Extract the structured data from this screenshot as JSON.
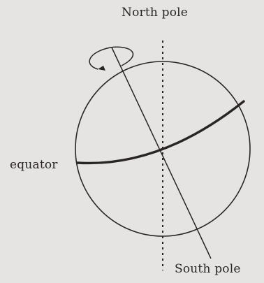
{
  "labels": {
    "north_pole": "North pole",
    "south_pole": "South pole",
    "equator": "equator"
  },
  "colors": {
    "background": "#e6e4e2",
    "ink": "#2a2525"
  }
}
